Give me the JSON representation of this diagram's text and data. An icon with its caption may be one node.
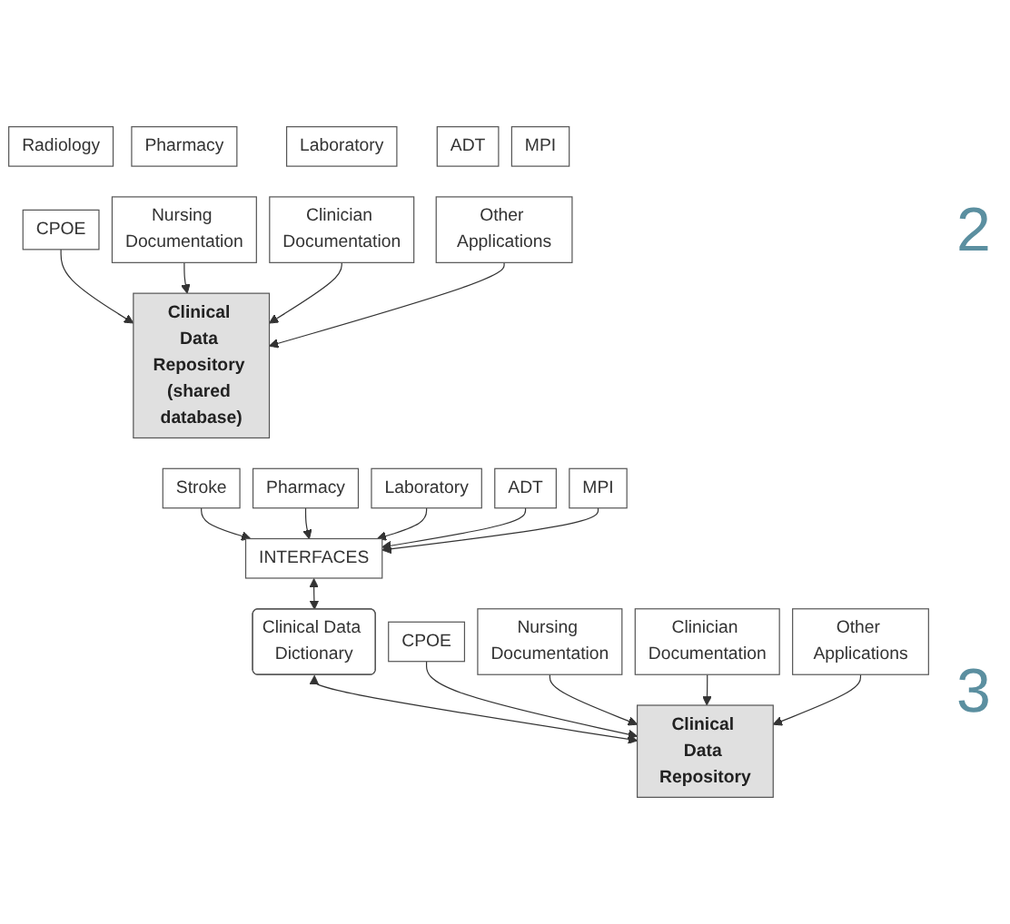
{
  "diagram": {
    "nodes": [
      {
        "text": [
          "Radiology"
        ]
      },
      {
        "text": [
          "Pharmacy"
        ]
      },
      {
        "text": [
          "Laboratory"
        ]
      },
      {
        "text": [
          "ADT"
        ]
      },
      {
        "text": [
          "MPI"
        ]
      },
      {
        "text": [
          "Clinical Data Repository (shared database)"
        ]
      },
      {
        "text": [
          "CPOE"
        ]
      },
      {
        "text": [
          "Nursing Documentation"
        ]
      },
      {
        "text": [
          "Clinician Documentation"
        ]
      },
      {
        "text": [
          "Other Applications"
        ]
      },
      {
        "text": [
          "Stroke"
        ]
      },
      {
        "text": [
          "Pharmacy"
        ]
      },
      {
        "text": [
          "Laboratory"
        ]
      },
      {
        "text": [
          "ADT"
        ]
      },
      {
        "text": [
          "MPI"
        ]
      },
      {
        "text": [
          "INTERFACES"
        ]
      },
      {
        "text": [
          "Clinical Data Dictionary"
        ]
      },
      {
        "text": [
          "Clinical Data Repository"
        ]
      },
      {
        "text": [
          "CPOE"
        ]
      },
      {
        "text": [
          "Nursing Documentation"
        ]
      },
      {
        "text": [
          "Clinician Documentation"
        ]
      },
      {
        "text": [
          "Other Applications"
        ]
      }
    ],
    "edges": [
      {
        "from": 6,
        "to": 5,
        "arrow": "to"
      },
      {
        "from": 7,
        "to": 5,
        "arrow": "to"
      },
      {
        "from": 8,
        "to": 5,
        "arrow": "to"
      },
      {
        "from": 9,
        "to": 5,
        "arrow": "to"
      },
      {
        "from": 10,
        "to": 15,
        "arrow": "to"
      },
      {
        "from": 11,
        "to": 15,
        "arrow": "to"
      },
      {
        "from": 12,
        "to": 15,
        "arrow": "to"
      },
      {
        "from": 13,
        "to": 15,
        "arrow": "to"
      },
      {
        "from": 14,
        "to": 15,
        "arrow": "to"
      },
      {
        "from": 15,
        "to": 16,
        "arrow": "both"
      },
      {
        "from": 16,
        "to": 17,
        "arrow": "both"
      },
      {
        "from": 18,
        "to": 17,
        "arrow": "to"
      },
      {
        "from": 19,
        "to": 17,
        "arrow": "to"
      },
      {
        "from": 20,
        "to": 17,
        "arrow": "to"
      },
      {
        "from": 21,
        "to": 17,
        "arrow": "to"
      }
    ],
    "labels": [
      "2",
      "3"
    ]
  }
}
